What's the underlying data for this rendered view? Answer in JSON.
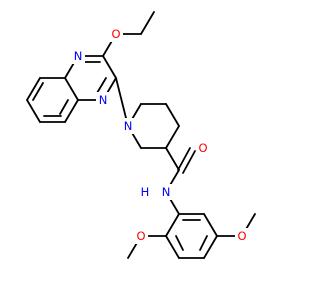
{
  "molecule": {
    "atoms": [
      {
        "id": "n_qx_top",
        "symbol": "N",
        "element": "nitrogen"
      },
      {
        "id": "n_qx_bottom",
        "symbol": "N",
        "element": "nitrogen"
      },
      {
        "id": "o_ethoxy",
        "symbol": "O",
        "element": "oxygen"
      },
      {
        "id": "n_piperidine",
        "symbol": "N",
        "element": "nitrogen"
      },
      {
        "id": "o_carbonyl",
        "symbol": "O",
        "element": "oxygen"
      },
      {
        "id": "n_amide",
        "symbol": "N",
        "element": "nitrogen"
      },
      {
        "id": "h_amide",
        "symbol": "H",
        "element": "hydrogen"
      },
      {
        "id": "o_methoxy_ortho",
        "symbol": "O",
        "element": "oxygen"
      },
      {
        "id": "o_methoxy_para",
        "symbol": "O",
        "element": "oxygen"
      }
    ],
    "colors": {
      "bond": "#000000",
      "nitrogen": "#0000ff",
      "oxygen": "#ff0000",
      "hydrogen": "#0000ff",
      "background": "#ffffff"
    }
  }
}
